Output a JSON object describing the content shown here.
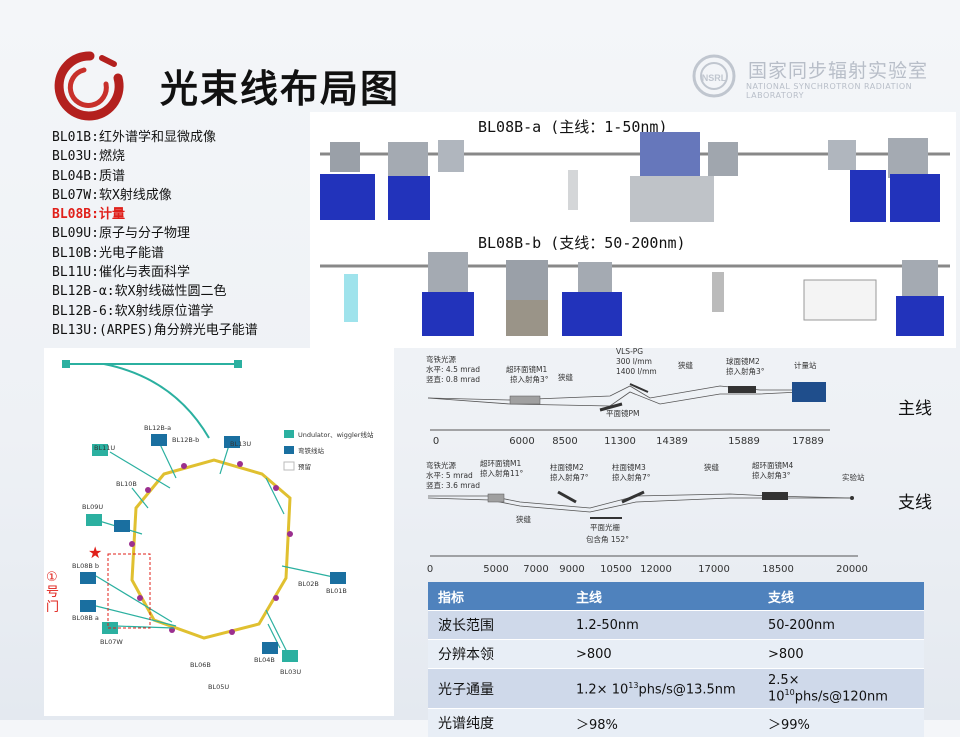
{
  "slide": {
    "title": "光束线布局图"
  },
  "branding": {
    "name_cn": "国家同步辐射实验室",
    "name_en": "NATIONAL SYNCHROTRON RADIATION LABORATORY",
    "logo_text": "NSRL"
  },
  "beamlines": [
    {
      "text": "BL01B:红外谱学和显微成像",
      "highlight": false
    },
    {
      "text": "BL03U:燃烧",
      "highlight": false
    },
    {
      "text": "BL04B:质谱",
      "highlight": false
    },
    {
      "text": "BL07W:软X射线成像",
      "highlight": false
    },
    {
      "text": "BL08B:计量",
      "highlight": true
    },
    {
      "text": "BL09U:原子与分子物理",
      "highlight": false
    },
    {
      "text": "BL10B:光电子能谱",
      "highlight": false
    },
    {
      "text": "BL11U:催化与表面科学",
      "highlight": false
    },
    {
      "text": "BL12B-α:软X射线磁性圆二色",
      "highlight": false
    },
    {
      "text": "BL12B-6:软X射线原位谱学",
      "highlight": false
    },
    {
      "text": "BL13U:(ARPES)角分辨光电子能谱",
      "highlight": false
    }
  ],
  "photos": {
    "main_title": "BL08B-a (主线：1-50nm)",
    "branch_title": "BL08B-b (支线：50-200nm)"
  },
  "ring": {
    "legend": [
      "Undulator、wiggler线站",
      "弯铁线站",
      "预留"
    ],
    "labels": {
      "bl12ba": "BL12B-a",
      "bl12bb": "BL12B-b",
      "bl13u": "BL13U",
      "bl11u": "BL11U",
      "bl10b": "BL10B",
      "bl09u": "BL09U",
      "bl08bb": "BL08B b",
      "bl08ba": "BL08B a",
      "bl07w": "BL07W",
      "bl06b": "BL06B",
      "bl05u": "BL05U",
      "bl04b": "BL04B",
      "bl03u": "BL03U",
      "bl02b": "BL02B",
      "bl01b": "BL01B"
    },
    "gate": "①号门"
  },
  "schematic_main": {
    "side_label": "主线",
    "source": [
      "弯铁光源",
      "水平: 4.5 mrad",
      "竖直: 0.8 mrad"
    ],
    "m1": [
      "超环面镜M1",
      "掠入射角3°"
    ],
    "slit1": "狭缝",
    "pg": [
      "VLS-PG",
      "300 l/mm",
      "1400 l/mm"
    ],
    "pm": "平面镜PM",
    "slit2": "狭缝",
    "m2": [
      "球面镜M2",
      "掠入射角3°"
    ],
    "station": "计量站",
    "ticks": [
      "0",
      "6000",
      "8500",
      "11300",
      "14389",
      "15889",
      "17889"
    ]
  },
  "schematic_branch": {
    "side_label": "支线",
    "source": [
      "弯铁光源",
      "水平: 5 mrad",
      "竖直: 3.6 mrad"
    ],
    "m1": [
      "超环面镜M1",
      "掠入射角11°"
    ],
    "m2": [
      "柱面镜M2",
      "掠入射角7°"
    ],
    "m3": [
      "柱面镜M3",
      "掠入射角7°"
    ],
    "slit_top": "狭缝",
    "m4": [
      "超环面镜M4",
      "掠入射角3°"
    ],
    "station": "实验站",
    "slit_bottom": "狭缝",
    "grating": [
      "平面光栅",
      "包含角 152°"
    ],
    "ticks": [
      "0",
      "5000",
      "7000",
      "9000",
      "10500",
      "12000",
      "17000",
      "18500",
      "20000"
    ]
  },
  "table": {
    "headers": [
      "指标",
      "主线",
      "支线"
    ],
    "rows": [
      {
        "label": "波长范围",
        "main": "1.2-50nm",
        "branch": "50-200nm"
      },
      {
        "label": "分辨本领",
        "main": ">800",
        "branch": ">800"
      },
      {
        "label": "光子通量",
        "main_pre": "1.2× 10",
        "main_exp": "13",
        "main_post": "phs/s@13.5nm",
        "branch_pre": "2.5× 10",
        "branch_exp": "10",
        "branch_post": "phs/s@120nm"
      },
      {
        "label": "光谱纯度",
        "main": "＞98%",
        "branch": "＞99%"
      }
    ]
  }
}
